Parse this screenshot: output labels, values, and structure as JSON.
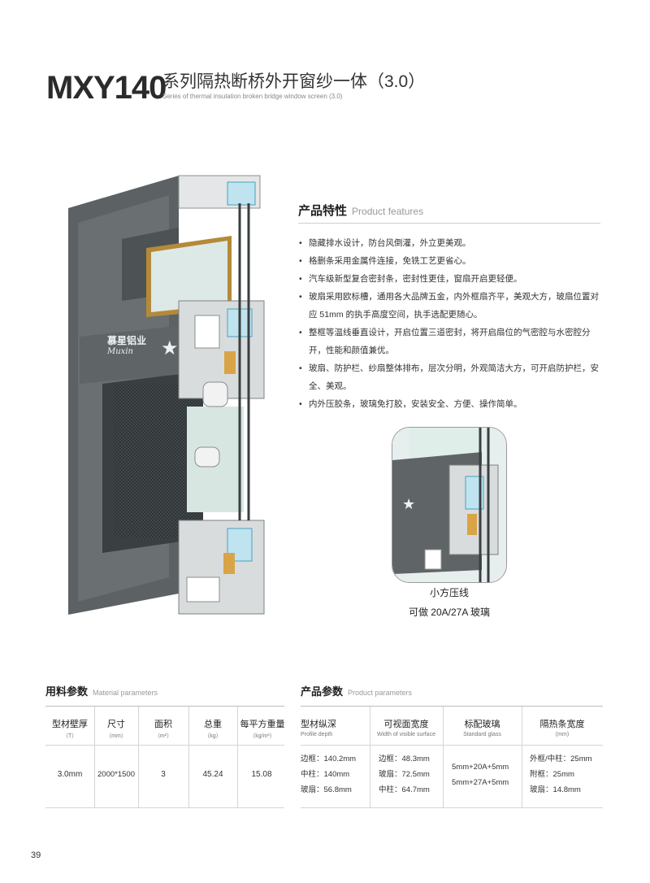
{
  "header": {
    "model": "MXY140",
    "title_cn": "系列隔热断桥外开窗纱一体（3.0）",
    "title_en": "Series of thermal insulation broken bridge window screen (3.0)"
  },
  "brand": {
    "logo_text_cn": "慕星铝业",
    "logo_text_en": "Muxin"
  },
  "features": {
    "heading_cn": "产品特性",
    "heading_en": "Product features",
    "items": [
      "隐藏排水设计，防台风倒灌，外立更美观。",
      "格删条采用金属件连接，免铣工艺更省心。",
      "汽车级新型复合密封条，密封性更佳，窗扇开启更轻便。",
      "玻扇采用欧标槽，通用各大品牌五金，内外框扇齐平，美观大方，玻扇位置对应 51mm 的执手高度空间，执手选配更随心。",
      "整框等温线垂直设计，开启位置三道密封，将开启扇位的气密腔与水密腔分开，性能和颜值兼优。",
      "玻扇、防护栏、纱扇整体排布，层次分明，外观简洁大方，可开启防护栏，安全、美观。",
      "内外压胶条，玻璃免打胶，安装安全、方便、操作简单。"
    ]
  },
  "detail": {
    "caption1": "小方压线",
    "caption2": "可做 20A/27A 玻璃"
  },
  "material_table": {
    "heading_cn": "用料参数",
    "heading_en": "Material parameters",
    "columns": [
      {
        "cn": "型材壁厚",
        "en": "（T）"
      },
      {
        "cn": "尺寸",
        "en": "（mm）"
      },
      {
        "cn": "面积",
        "en": "（m²）"
      },
      {
        "cn": "总重",
        "en": "（kg）"
      },
      {
        "cn": "每平方重量",
        "en": "（kg/m²）"
      }
    ],
    "values": [
      "3.0mm",
      "2000*1500",
      "3",
      "45.24",
      "15.08"
    ]
  },
  "product_table": {
    "heading_cn": "产品参数",
    "heading_en": "Product parameters",
    "columns": [
      {
        "cn": "型材纵深",
        "en": "Profile depth"
      },
      {
        "cn": "可视面宽度",
        "en": "Width of visible surface"
      },
      {
        "cn": "标配玻璃",
        "en": "Standard glass"
      },
      {
        "cn": "隔热条宽度",
        "en": "(mm)"
      }
    ],
    "cells": [
      [
        "边框：140.2mm",
        "中柱：140mm",
        "玻扇：56.8mm"
      ],
      [
        "边框：48.3mm",
        "玻扇：72.5mm",
        "中柱：64.7mm"
      ],
      [
        "5mm+20A+5mm",
        "5mm+27A+5mm"
      ],
      [
        "外框/中柱：25mm",
        "附框：25mm",
        "玻扇：14.8mm"
      ]
    ]
  },
  "page_number": "39"
}
